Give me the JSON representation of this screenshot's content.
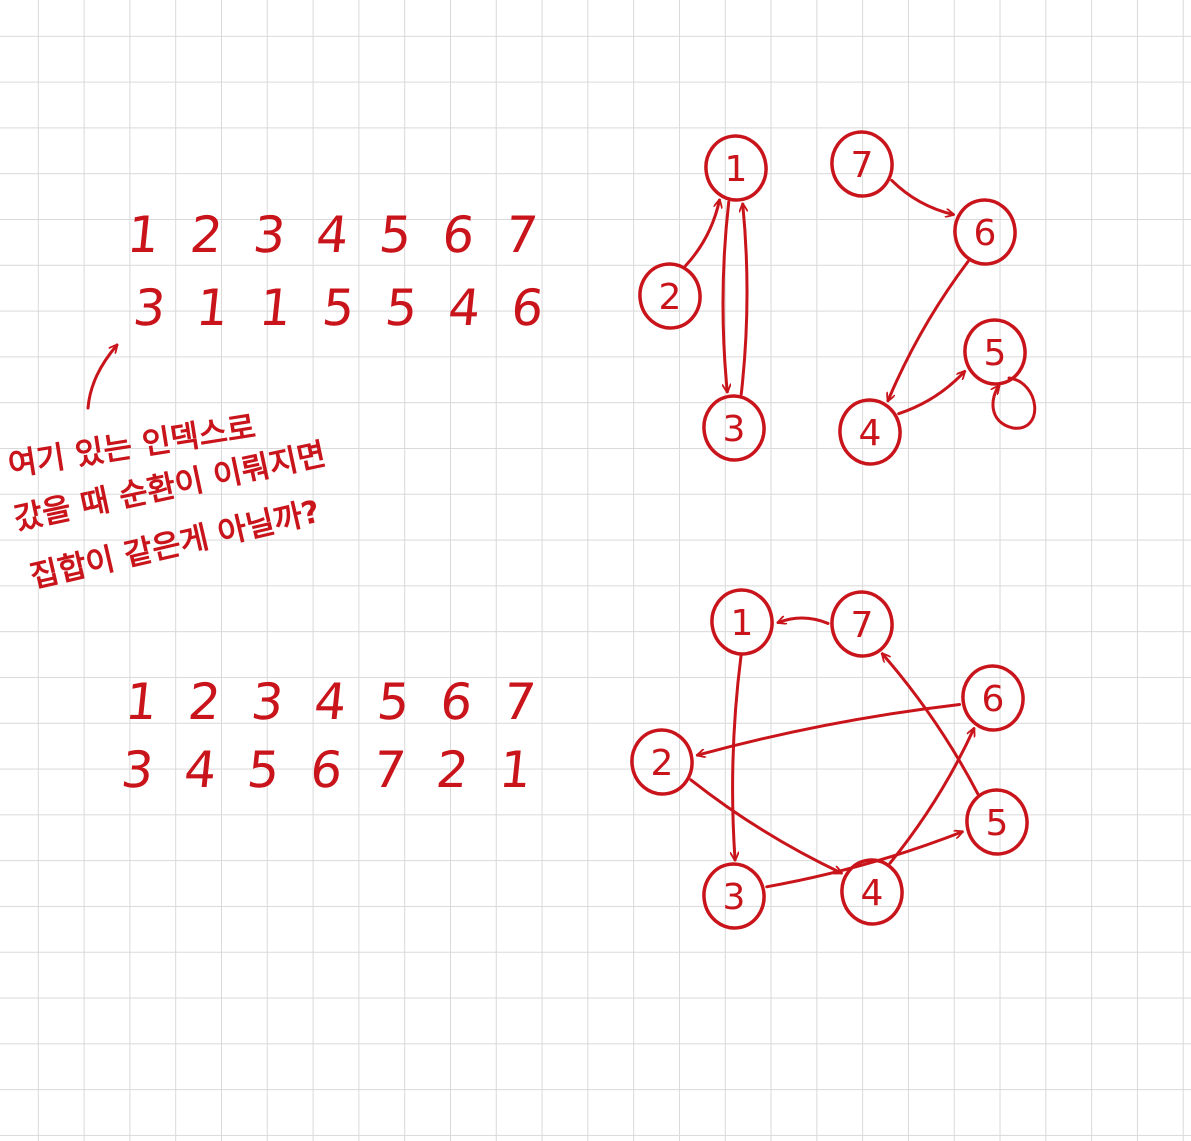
{
  "ink_color": "#c8141a",
  "grid_color": "#d9d9d9",
  "example1": {
    "indices": [
      "1",
      "2",
      "3",
      "4",
      "5",
      "6",
      "7"
    ],
    "values": [
      "3",
      "1",
      "1",
      "5",
      "5",
      "4",
      "6"
    ],
    "graph": {
      "nodes": [
        "1",
        "2",
        "3",
        "4",
        "5",
        "6",
        "7"
      ],
      "edges": [
        [
          "1",
          "3"
        ],
        [
          "2",
          "1"
        ],
        [
          "3",
          "1"
        ],
        [
          "4",
          "5"
        ],
        [
          "5",
          "5"
        ],
        [
          "6",
          "4"
        ],
        [
          "7",
          "6"
        ]
      ]
    }
  },
  "example2": {
    "indices": [
      "1",
      "2",
      "3",
      "4",
      "5",
      "6",
      "7"
    ],
    "values": [
      "3",
      "4",
      "5",
      "6",
      "7",
      "2",
      "1"
    ],
    "graph": {
      "nodes": [
        "1",
        "2",
        "3",
        "4",
        "5",
        "6",
        "7"
      ],
      "edges": [
        [
          "1",
          "3"
        ],
        [
          "2",
          "4"
        ],
        [
          "3",
          "5"
        ],
        [
          "4",
          "6"
        ],
        [
          "5",
          "7"
        ],
        [
          "6",
          "2"
        ],
        [
          "7",
          "1"
        ]
      ]
    }
  },
  "note": {
    "lines": [
      "여기 있는 인덱스로",
      "갔을 때 순환이 이뤄지면",
      "집합이 같은게 아닐까?"
    ]
  }
}
